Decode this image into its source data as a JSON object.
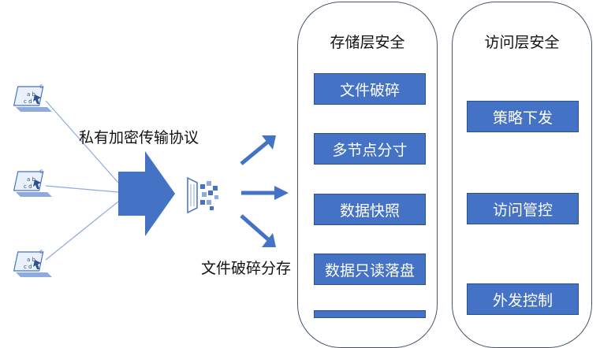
{
  "labels": {
    "protocol": "私有加密传输协议",
    "shard_store": "文件破碎分存"
  },
  "storage_panel": {
    "title": "存储层安全",
    "items": [
      "文件破碎",
      "多节点分寸",
      "数据快照",
      "数据只读落盘"
    ]
  },
  "access_panel": {
    "title": "访问层安全",
    "items": [
      "策略下发",
      "访问管控",
      "外发控制"
    ]
  },
  "icons": {
    "client": "laptop-data-icon",
    "shredder": "file-shred-icon"
  },
  "colors": {
    "box_fill": "#4472c4",
    "box_border": "#2f528f",
    "arrow": "#4472c4",
    "line": "#8faadc",
    "panel_border": "#44546a"
  }
}
